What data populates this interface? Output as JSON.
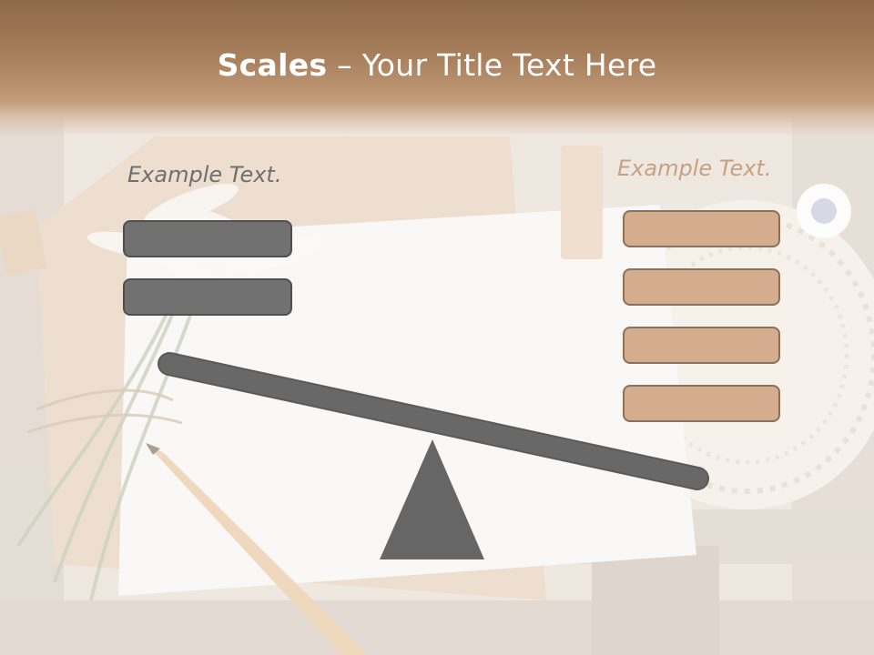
{
  "title": {
    "bold": "Scales",
    "rest": " – Your Title Text Here"
  },
  "left": {
    "label": "Example Text.",
    "boxes": 2
  },
  "right": {
    "label": "Example Text.",
    "boxes": 4
  },
  "colors": {
    "title_band": "#a67e5b",
    "left_box": "#717171",
    "right_box": "#d3ad8e",
    "beam": "#666666",
    "left_label": "#6f6f6f",
    "right_label": "#c6a183"
  }
}
